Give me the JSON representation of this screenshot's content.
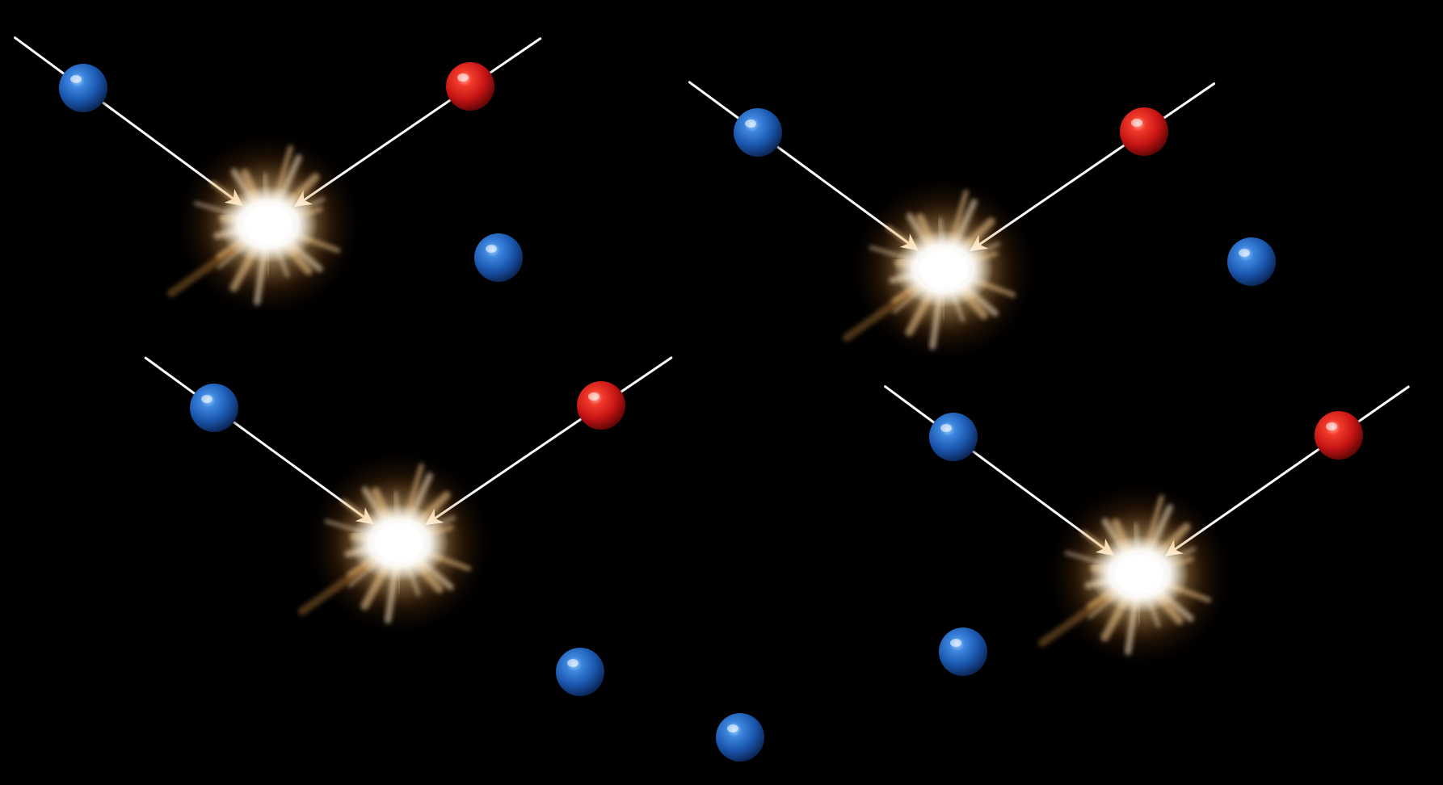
{
  "colors": {
    "background": "#000000",
    "particle_blue": "#1f5fb8",
    "particle_red": "#d11b1b",
    "arrow": "#ffffff",
    "flash_core": "#ffffff",
    "flash_glow": "#f3b766"
  },
  "icons": {
    "blue_particle": "blue-sphere-icon",
    "red_particle": "red-sphere-icon",
    "flash": "annihilation-flash-icon",
    "arrow": "arrow-icon"
  },
  "events": [
    {
      "id": "collision-1"
    },
    {
      "id": "collision-2"
    },
    {
      "id": "collision-3"
    },
    {
      "id": "collision-4"
    }
  ],
  "free_particles": [
    {
      "id": "free-blue-1",
      "color": "blue"
    },
    {
      "id": "free-blue-2",
      "color": "blue"
    },
    {
      "id": "free-blue-3",
      "color": "blue"
    },
    {
      "id": "free-blue-4",
      "color": "blue"
    },
    {
      "id": "free-blue-5",
      "color": "blue"
    }
  ]
}
